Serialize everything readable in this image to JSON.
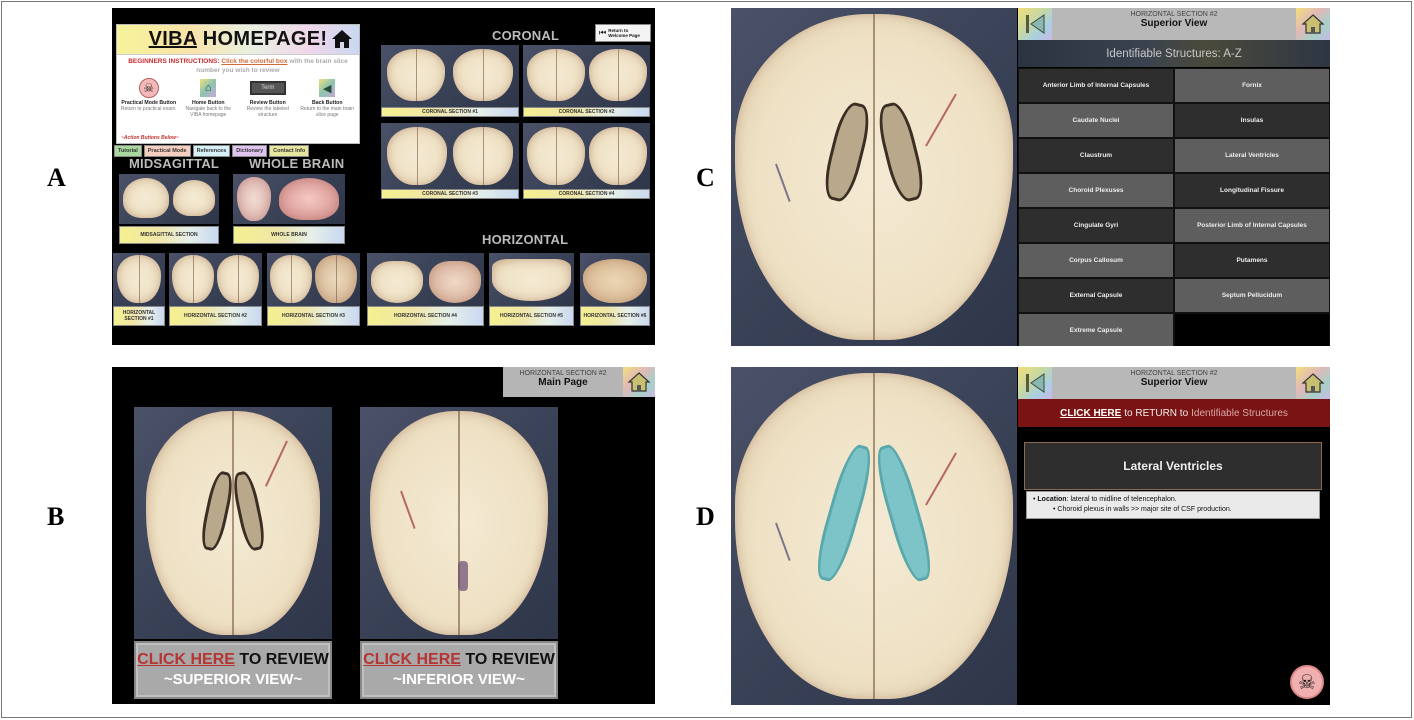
{
  "figure": {
    "letters": [
      "A",
      "B",
      "C",
      "D"
    ]
  },
  "panelA": {
    "title": "VIBA HOMEPAGE!",
    "title_underlined": "VIBA",
    "title_rest": " HOMEPAGE!",
    "instructions_label": "BEGINNERS INSTRUCTIONS:",
    "instructions_link": "Click the colorful box",
    "instructions_rest": " with the brain slice number you wish to review",
    "buttons": [
      {
        "name": "Practical Mode Button",
        "desc": "Return to practical exam.",
        "icon": "skull-icon"
      },
      {
        "name": "Home Button",
        "desc": "Navigate back to the VIBA homepage",
        "icon": "home-icon"
      },
      {
        "name": "Review Button",
        "desc": "Review the labeled structure",
        "icon": "term-button",
        "label": "Term"
      },
      {
        "name": "Back Button",
        "desc": "Return to the main brain slice page",
        "icon": "back-icon"
      }
    ],
    "action_buttons_label": "~Action Buttons Below~",
    "tabs": [
      {
        "label": "Tutorial",
        "color": "#a8d8a0"
      },
      {
        "label": "Practical Mode",
        "color": "#f6cfc0"
      },
      {
        "label": "References",
        "color": "#d6f0f8"
      },
      {
        "label": "Dictionary",
        "color": "#e0c4f0"
      },
      {
        "label": "Contact Info",
        "color": "#e6e6a0"
      }
    ],
    "return_button": {
      "line1": "Return to",
      "line2": "Welcome Page"
    },
    "sections": {
      "coronal": "CORONAL",
      "midsagittal": "MIDSAGITTAL",
      "whole_brain": "WHOLE BRAIN",
      "horizontal": "HORIZONTAL"
    },
    "coronal_items": [
      "CORONAL SECTION #1",
      "CORONAL SECTION #2",
      "CORONAL SECTION #3",
      "CORONAL SECTION #4"
    ],
    "midsagittal_item": "MIDSAGITTAL SECTION",
    "whole_brain_item": "WHOLE BRAIN",
    "horizontal_items": [
      "HORIZONTAL SECTION #1",
      "HORIZONTAL SECTION #2",
      "HORIZONTAL SECTION #3",
      "HORIZONTAL SECTION #4",
      "HORIZONTAL SECTION #5",
      "HORIZONTAL SECTION #6"
    ]
  },
  "panelB": {
    "header_small": "HORIZONTAL SECTION #2",
    "header_big": "Main Page",
    "cards": [
      {
        "click": "CLICK HERE",
        "rest": " TO REVIEW",
        "view": "~SUPERIOR VIEW~"
      },
      {
        "click": "CLICK HERE",
        "rest": " TO REVIEW",
        "view": "~INFERIOR VIEW~"
      }
    ]
  },
  "panelC": {
    "header_small": "HORIZONTAL SECTION #2",
    "header_big": "Superior View",
    "list_title": "Identifiable Structures: A-Z",
    "structures": [
      "Anterior Limb of Internal Capsules",
      "Fornix",
      "Caudate Nuclei",
      "Insulas",
      "Claustrum",
      "Lateral Ventricles",
      "Choroid Plexuses",
      "Longitudinal Fissure",
      "Cingulate Gyri",
      "Posterior Limb of Internal Capsules",
      "Corpus Callosum",
      "Putamens",
      "External Capsule",
      "Septum Pellucidum",
      "Extreme Capsule"
    ]
  },
  "panelD": {
    "header_small": "HORIZONTAL SECTION #2",
    "header_big": "Superior View",
    "return_click": "CLICK HERE",
    "return_mid": "to RETURN to",
    "return_target": "Identifiable Structures",
    "structure_title": "Lateral Ventricles",
    "location_label": "Location",
    "location_text": ": lateral to midline of telencephalon.",
    "sub_bullet": "Choroid plexus in walls >> major site of CSF production.",
    "highlight_color": "#7cc4c8"
  }
}
